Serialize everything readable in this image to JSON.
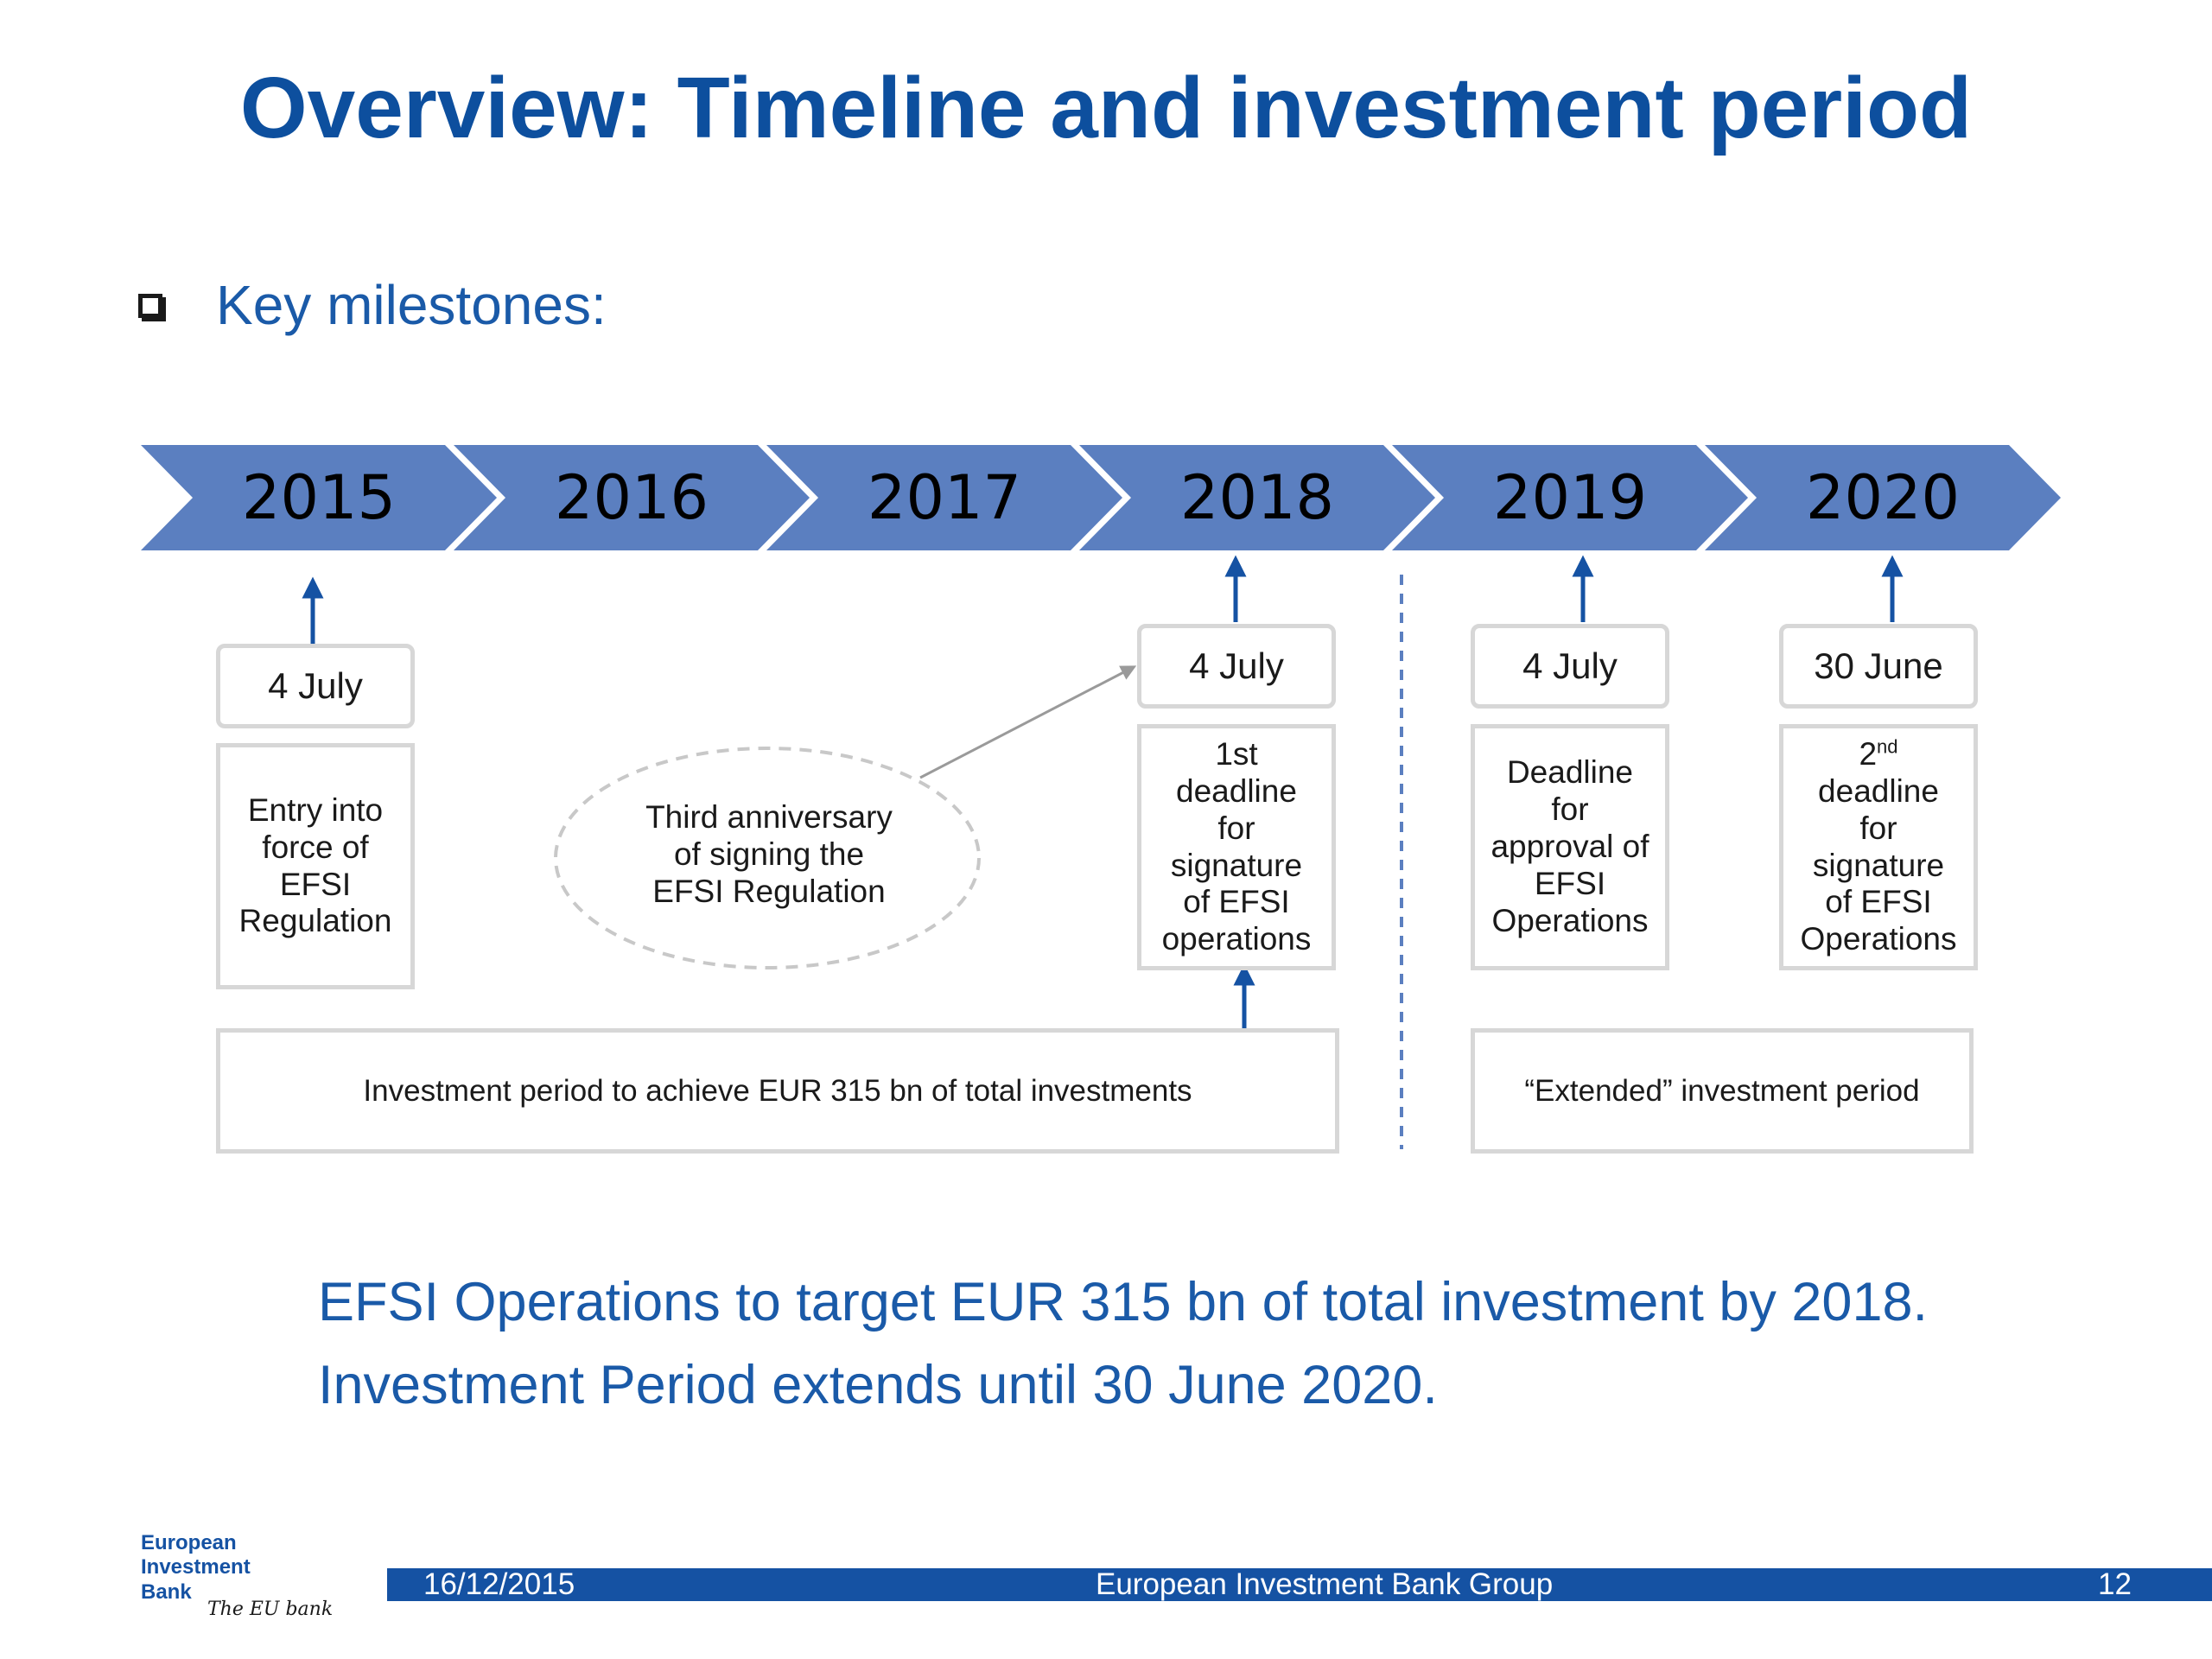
{
  "title": "Overview: Timeline and investment period",
  "bullet": "Key milestones:",
  "timeline": {
    "years": [
      "2015",
      "2016",
      "2017",
      "2018",
      "2019",
      "2020"
    ],
    "colors": {
      "chevron": "#5b7fc0",
      "arrow": "#1552a3",
      "box_border": "#d7d7d7"
    }
  },
  "milestones": [
    {
      "date": "4 July",
      "description": "Entry into\nforce of\nEFSI\nRegulation"
    },
    {
      "date": "4 July",
      "description": "1st\ndeadline\nfor\nsignature\nof EFSI\noperations"
    },
    {
      "date": "4 July",
      "description": "Deadline\nfor\napproval of\nEFSI\nOperations"
    },
    {
      "date": "30 June",
      "description_sup": "2",
      "description_sup_text": "nd",
      "description": "deadline\nfor\nsignature\nof EFSI\nOperations"
    }
  ],
  "annotation": "Third anniversary\nof signing the\nEFSI Regulation",
  "periods": {
    "main": "Investment period to achieve EUR 315 bn of total investments",
    "extended": "“Extended” investment period"
  },
  "conclusion": [
    "EFSI Operations to target EUR 315 bn of total investment by 2018.",
    "Investment Period extends until 30 June 2020."
  ],
  "footer": {
    "date": "16/12/2015",
    "center": "European Investment Bank Group",
    "page": "12"
  },
  "logo": {
    "name": "European\nInvestment\nBank",
    "tagline": "The EU bank"
  }
}
